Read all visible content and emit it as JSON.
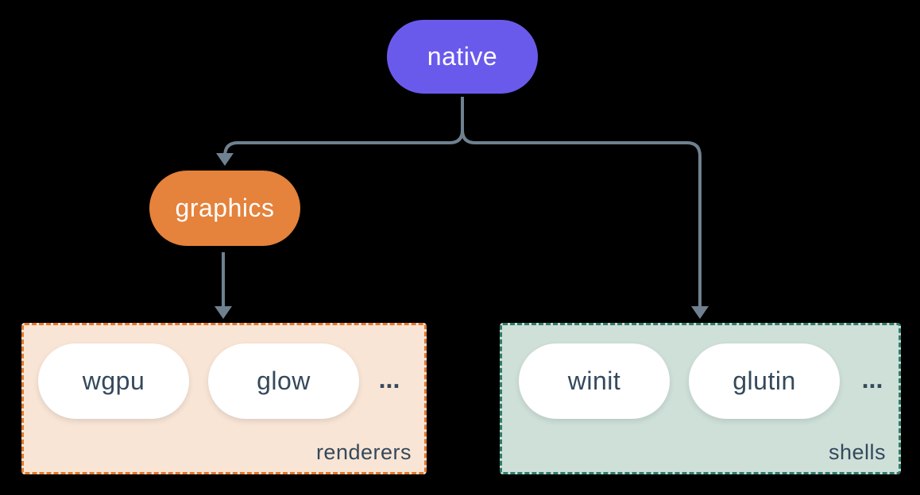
{
  "nodes": {
    "native": {
      "label": "native",
      "color": "#6a5aec",
      "text_color": "#ffffff"
    },
    "graphics": {
      "label": "graphics",
      "color": "#e5823b",
      "text_color": "#ffffff"
    }
  },
  "groups": {
    "renderers": {
      "label": "renderers",
      "items": [
        "wgpu",
        "glow"
      ],
      "ellipsis": "...",
      "bg_color": "#f9e5d5",
      "border_color": "#e1792e"
    },
    "shells": {
      "label": "shells",
      "items": [
        "winit",
        "glutin"
      ],
      "ellipsis": "...",
      "bg_color": "#cfe0d8",
      "border_color": "#2f7d6c"
    }
  },
  "connector": {
    "color": "#6f8190",
    "item_text_color": "#35495c"
  }
}
